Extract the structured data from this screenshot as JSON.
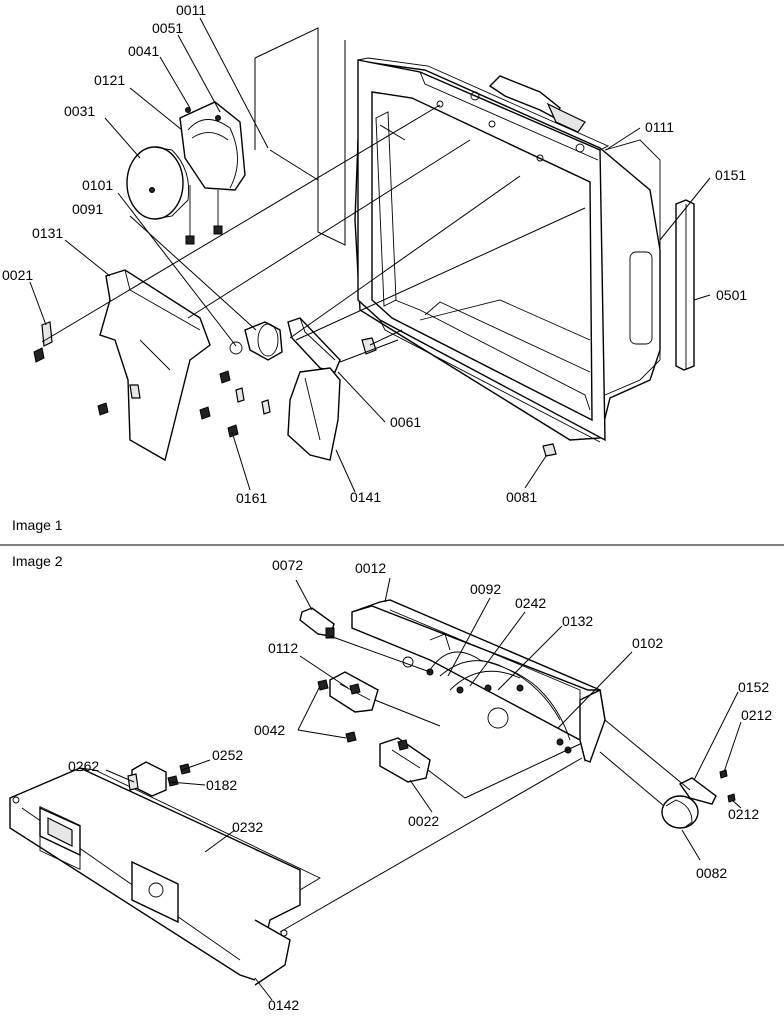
{
  "sections": [
    {
      "title": "Image 1"
    },
    {
      "title": "Image 2"
    }
  ],
  "labels": {
    "p0011": "0011",
    "p0051": "0051",
    "p0041": "0041",
    "p0121": "0121",
    "p0031": "0031",
    "p0111": "0111",
    "p0151": "0151",
    "p0101": "0101",
    "p0091": "0091",
    "p0131": "0131",
    "p0021": "0021",
    "p0501": "0501",
    "p0061": "0061",
    "p0161": "0161",
    "p0141": "0141",
    "p0081": "0081",
    "p0072": "0072",
    "p0012": "0012",
    "p0092": "0092",
    "p0242": "0242",
    "p0132": "0132",
    "p0102": "0102",
    "p0112": "0112",
    "p0152": "0152",
    "p0212a": "0212",
    "p0042": "0042",
    "p0262": "0262",
    "p0252": "0252",
    "p0182": "0182",
    "p0022": "0022",
    "p0212b": "0212",
    "p0232": "0232",
    "p0082": "0082",
    "p0142": "0142"
  }
}
